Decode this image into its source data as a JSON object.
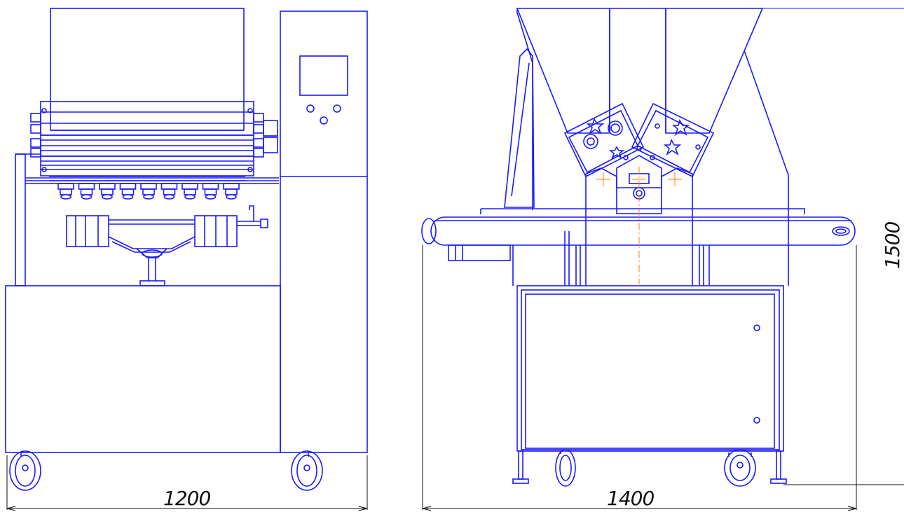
{
  "colors": {
    "line": "#1a1aff",
    "dimension": "#111111",
    "centerline": "#ff7f00",
    "background": "#ffffff"
  },
  "dimensions": {
    "front_width": "1200",
    "side_width": "1400",
    "height": "1500"
  }
}
